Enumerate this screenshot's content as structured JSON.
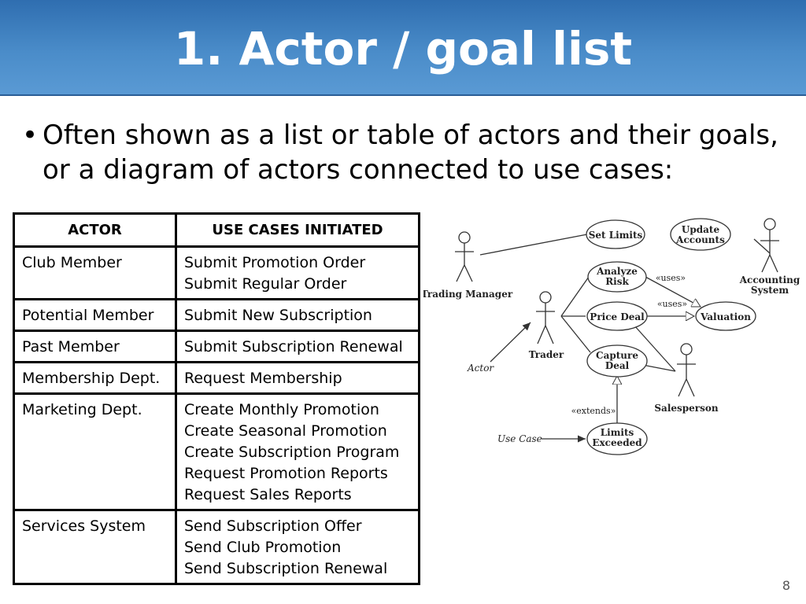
{
  "slide": {
    "title": "1. Actor / goal list",
    "bullet": "Often shown as a list or table of actors and their goals, or a diagram of actors connected to use cases:",
    "page_number": "8"
  },
  "table": {
    "headers": [
      "ACTOR",
      "USE CASES INITIATED"
    ],
    "rows": [
      {
        "actor": "Club Member",
        "use_cases": [
          "Submit Promotion Order",
          "Submit Regular Order"
        ]
      },
      {
        "actor": "Potential Member",
        "use_cases": [
          "Submit New Subscription"
        ]
      },
      {
        "actor": "Past Member",
        "use_cases": [
          "Submit Subscription Renewal"
        ]
      },
      {
        "actor": "Membership Dept.",
        "use_cases": [
          "Request Membership"
        ]
      },
      {
        "actor": "Marketing Dept.",
        "use_cases": [
          "Create Monthly Promotion",
          "Create Seasonal Promotion",
          "Create Subscription Program",
          "Request Promotion Reports",
          "Request Sales Reports"
        ]
      },
      {
        "actor": "Services System",
        "use_cases": [
          "Send Subscription Offer",
          "Send Club Promotion",
          "Send Subscription Renewal"
        ]
      }
    ]
  },
  "diagram": {
    "actors": {
      "trading_manager": "Trading Manager",
      "trader": "Trader",
      "salesperson": "Salesperson",
      "accounting_system": [
        "Accounting",
        "System"
      ]
    },
    "use_cases": {
      "set_limits": "Set Limits",
      "update_accounts": [
        "Update",
        "Accounts"
      ],
      "analyze_risk": [
        "Analyze",
        "Risk"
      ],
      "price_deal": "Price Deal",
      "valuation": "Valuation",
      "capture_deal": [
        "Capture",
        "Deal"
      ],
      "limits_exceeded": [
        "Limits",
        "Exceeded"
      ]
    },
    "stereotypes": {
      "uses_1": "«uses»",
      "uses_2": "«uses»",
      "extends": "«extends»"
    },
    "annotations": {
      "actor": "Actor",
      "use_case": "Use Case"
    }
  }
}
